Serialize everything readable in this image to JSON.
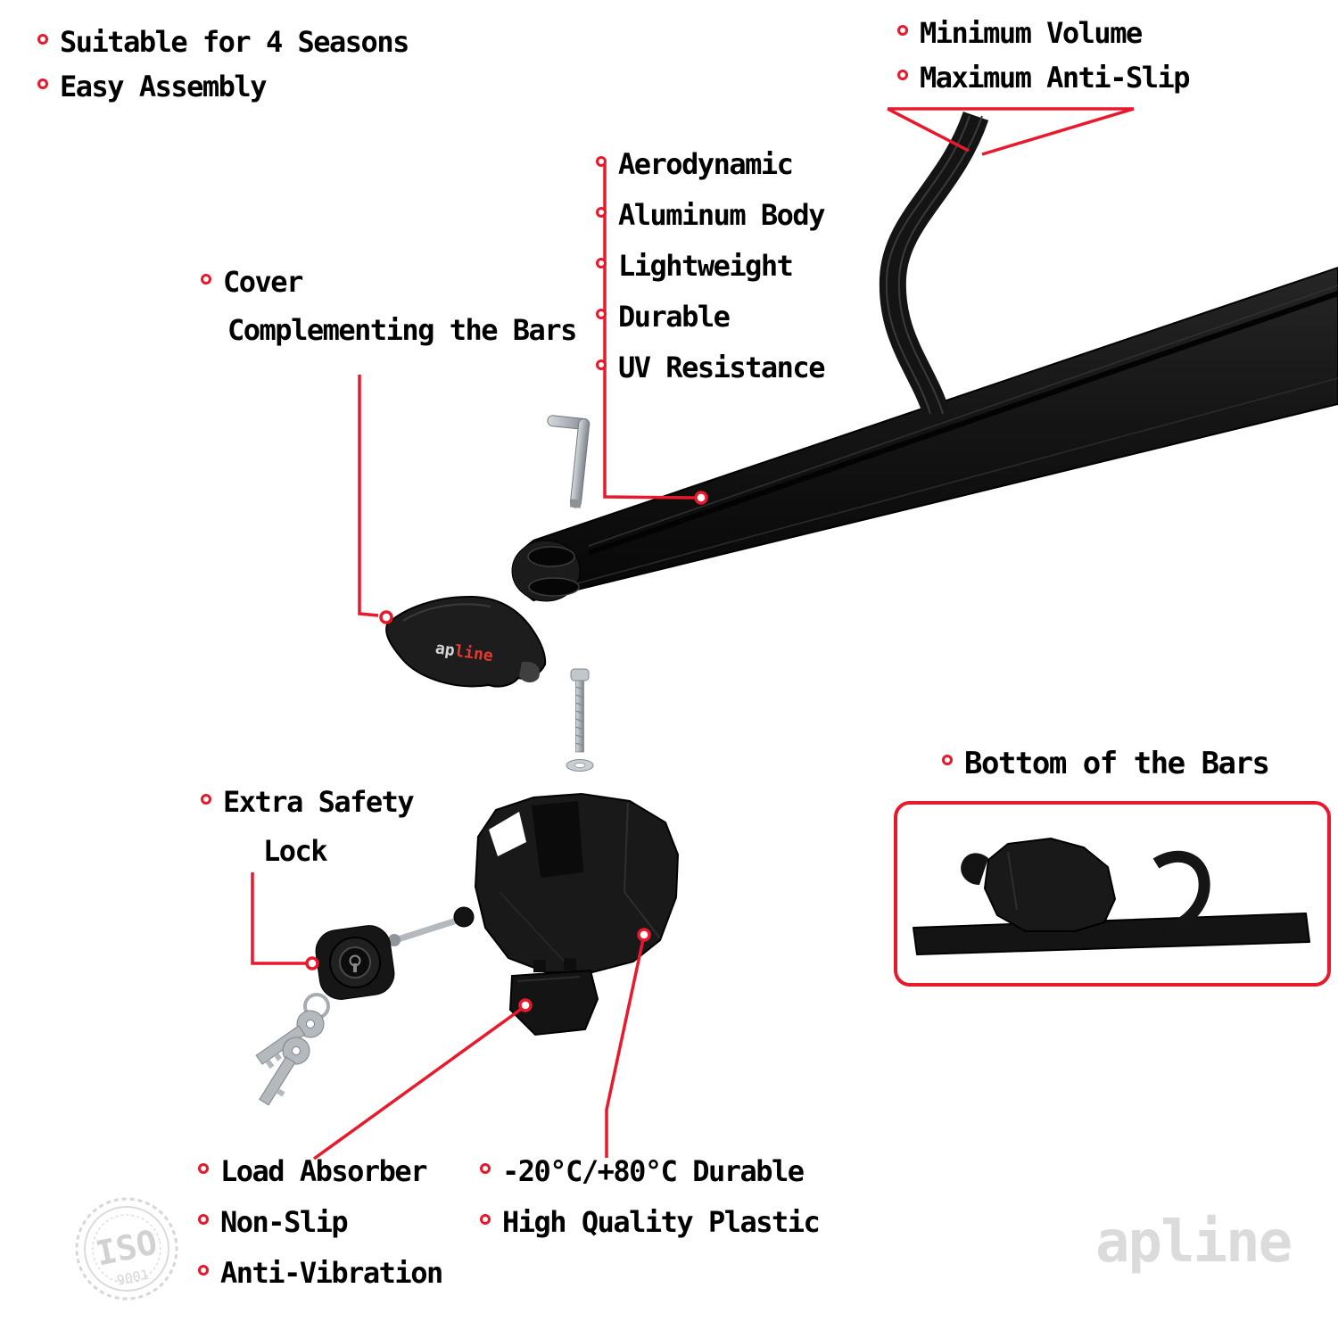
{
  "colors": {
    "accent": "#e8192c",
    "ink": "#000000",
    "watermark": "#dbdbdb"
  },
  "top_left_features": {
    "items": [
      "Suitable for 4 Seasons",
      "Easy Assembly"
    ]
  },
  "top_right_features": {
    "items": [
      "Minimum Volume",
      "Maximum Anti-Slip"
    ]
  },
  "bar_features": {
    "items": [
      "Aerodynamic",
      "Aluminum Body",
      "Lightweight",
      "Durable",
      "UV Resistance"
    ]
  },
  "cover_label": {
    "line1": "Cover",
    "line2": "Complementing the Bars"
  },
  "lock_label": {
    "line1": "Extra Safety",
    "line2": "Lock"
  },
  "bottom_bars": {
    "label": "Bottom of the Bars"
  },
  "bottom_left_features": {
    "items": [
      "Load Absorber",
      "Non-Slip",
      "Anti-Vibration"
    ]
  },
  "bottom_right_features": {
    "items": [
      "-20°C/+80°C Durable",
      "High Quality Plastic"
    ]
  },
  "cover_logo": {
    "ap": "ap",
    "line": "line"
  },
  "iso_badge": {
    "label": "ISO",
    "number": "9001"
  },
  "brand_watermark": "apline"
}
